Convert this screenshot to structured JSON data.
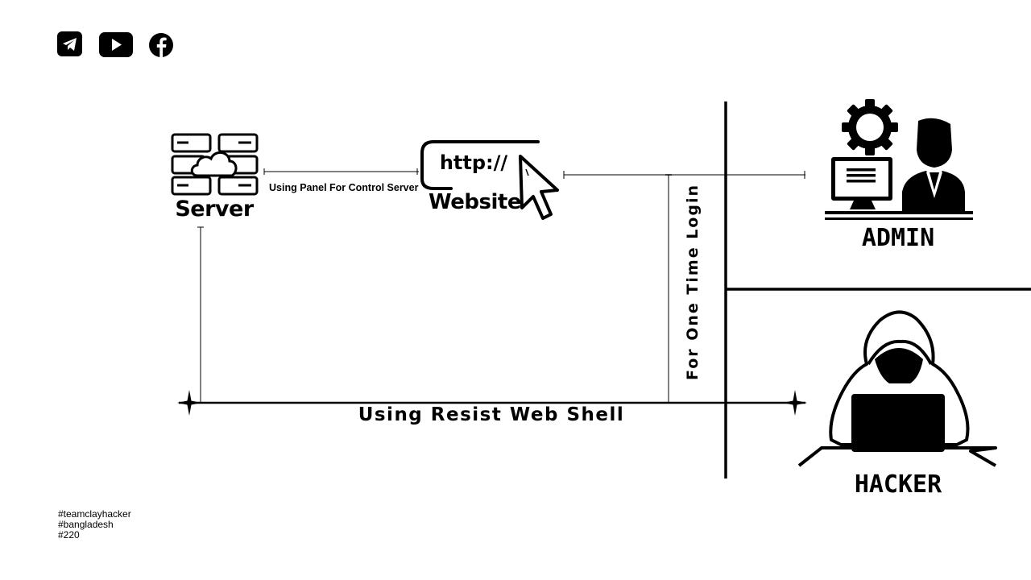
{
  "social": [
    {
      "name": "telegram",
      "icon": "telegram-icon"
    },
    {
      "name": "youtube",
      "icon": "youtube-icon"
    },
    {
      "name": "facebook",
      "icon": "facebook-icon"
    }
  ],
  "nodes": {
    "server": {
      "label": "Server",
      "icon": "cloud-server-icon"
    },
    "website": {
      "label": "Website",
      "url_text": "http://",
      "icon": "cursor-click-icon"
    },
    "admin": {
      "label": "ADMIN",
      "icon": "admin-computer-icon"
    },
    "hacker": {
      "label": "HACKER",
      "icon": "hooded-hacker-icon"
    }
  },
  "edges": {
    "server_website": "Using Panel For Control Server",
    "website_admin": "For One Time Login",
    "hacker_server": "Using Resist Web Shell"
  },
  "hashtags": [
    "#teamclayhacker",
    "#bangladesh",
    "#220"
  ],
  "colors": {
    "ink": "#000000",
    "background": "#ffffff"
  }
}
